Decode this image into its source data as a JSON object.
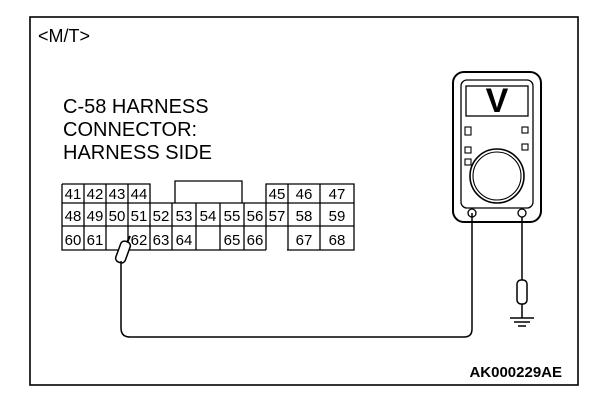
{
  "header_label": "<M/T>",
  "connector": {
    "title_lines": [
      "C-58 HARNESS",
      "CONNECTOR:",
      "HARNESS SIDE"
    ],
    "pins_row1": [
      "41",
      "42",
      "43",
      "44",
      "45",
      "46",
      "47"
    ],
    "pins_row2": [
      "48",
      "49",
      "50",
      "51",
      "52",
      "53",
      "54",
      "55",
      "56",
      "57",
      "58",
      "59"
    ],
    "pins_row3": [
      "60",
      "61",
      "62",
      "63",
      "64",
      "65",
      "66",
      "67",
      "68"
    ]
  },
  "meter": {
    "range_symbol": "V",
    "mode": "voltmeter"
  },
  "probe_pin": "62",
  "figure_id": "AK000229AE",
  "icons": [
    "voltmeter-icon",
    "ground-icon",
    "probe-icon"
  ]
}
